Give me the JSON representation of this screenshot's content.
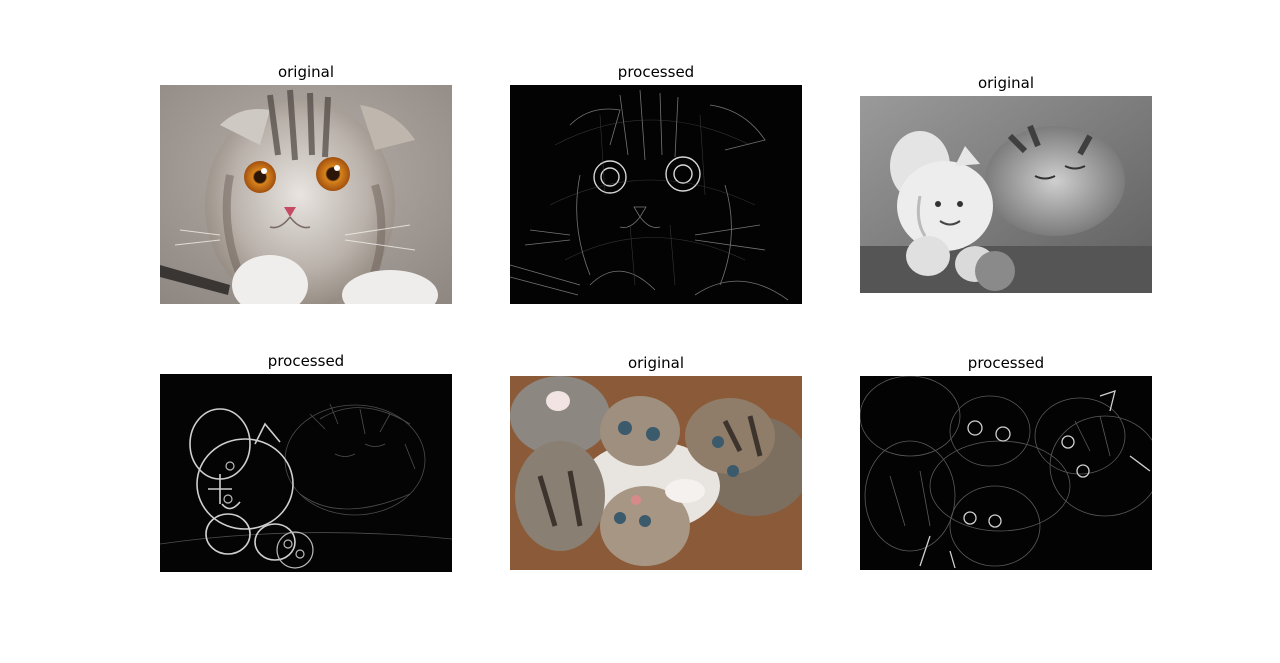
{
  "panels": [
    {
      "title": "original"
    },
    {
      "title": "processed"
    },
    {
      "title": "original"
    },
    {
      "title": "processed"
    },
    {
      "title": "original"
    },
    {
      "title": "processed"
    }
  ]
}
